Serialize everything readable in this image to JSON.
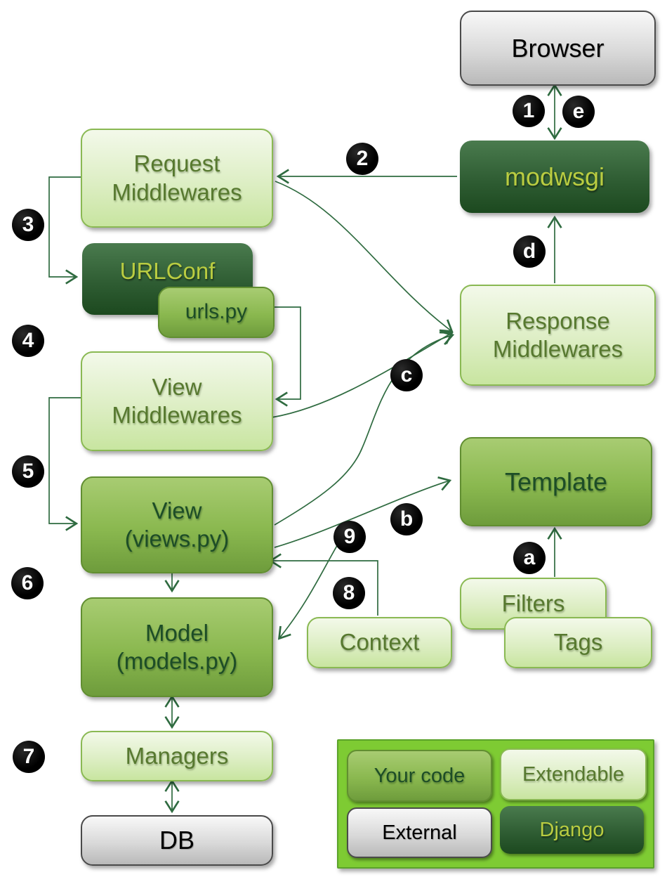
{
  "nodes": {
    "browser": {
      "label": "Browser",
      "category": "External"
    },
    "modwsgi": {
      "label": "modwsgi",
      "category": "Django"
    },
    "request_middlewares": {
      "label": "Request\nMiddlewares",
      "category": "Extendable"
    },
    "urlconf": {
      "label": "URLConf",
      "category": "Django"
    },
    "urls_py": {
      "label": "urls.py",
      "category": "Your code"
    },
    "view_middlewares": {
      "label": "View\nMiddlewares",
      "category": "Extendable"
    },
    "view": {
      "label": "View\n(views.py)",
      "category": "Your code"
    },
    "model": {
      "label": "Model\n(models.py)",
      "category": "Your code"
    },
    "managers": {
      "label": "Managers",
      "category": "Extendable"
    },
    "db": {
      "label": "DB",
      "category": "External"
    },
    "response_middlewares": {
      "label": "Response\nMiddlewares",
      "category": "Extendable"
    },
    "template": {
      "label": "Template",
      "category": "Your code"
    },
    "filters": {
      "label": "Filters",
      "category": "Extendable"
    },
    "tags": {
      "label": "Tags",
      "category": "Extendable"
    },
    "context": {
      "label": "Context",
      "category": "Extendable"
    }
  },
  "badges": {
    "n1": "1",
    "n2": "2",
    "n3": "3",
    "n4": "4",
    "n5": "5",
    "n6": "6",
    "n7": "7",
    "n8": "8",
    "n9": "9",
    "a": "a",
    "b": "b",
    "c": "c",
    "d": "d",
    "e": "e"
  },
  "edges": [
    {
      "name": "browser-modwsgi",
      "badges": [
        "1",
        "e"
      ],
      "bidirectional": true
    },
    {
      "name": "modwsgi-to-request-middlewares",
      "badges": [
        "2"
      ]
    },
    {
      "name": "request-middlewares-to-urlconf",
      "badges": [
        "3"
      ]
    },
    {
      "name": "urls-py-to-view-middlewares",
      "badges": [
        "4"
      ]
    },
    {
      "name": "view-middlewares-to-view",
      "badges": [
        "5"
      ]
    },
    {
      "name": "view-to-model",
      "badges": [
        "6"
      ]
    },
    {
      "name": "model-managers",
      "badges": [
        "7"
      ],
      "bidirectional": true
    },
    {
      "name": "managers-db",
      "badges": [
        "7"
      ],
      "bidirectional": true
    },
    {
      "name": "context-to-view",
      "badges": [
        "8",
        "9"
      ]
    },
    {
      "name": "branch-to-model",
      "badges": [
        "9"
      ]
    },
    {
      "name": "filters-to-template",
      "badges": [
        "a"
      ]
    },
    {
      "name": "view-to-template",
      "badges": [
        "b"
      ]
    },
    {
      "name": "request-middlewares-to-response-middlewares",
      "badges": [
        "c"
      ]
    },
    {
      "name": "view-middlewares-to-response-middlewares",
      "badges": [
        "c"
      ]
    },
    {
      "name": "view-to-response-middlewares",
      "badges": [
        "c"
      ]
    },
    {
      "name": "response-middlewares-to-modwsgi",
      "badges": [
        "d"
      ]
    }
  ],
  "legend": {
    "items": [
      {
        "label": "Your code",
        "type": "your-code"
      },
      {
        "label": "Extendable",
        "type": "extendable"
      },
      {
        "label": "External",
        "type": "external"
      },
      {
        "label": "Django",
        "type": "django"
      }
    ]
  },
  "colors": {
    "arrow": "#2f6b40",
    "badge_bg": "#000000",
    "badge_text": "#ffffff",
    "your_code_box": "#8ab84f",
    "extendable_box": "#ddeec4",
    "django_box": "#2f5d33",
    "django_text": "#b9cc41",
    "external_box": "#d9d9d9",
    "legend_bg": "#7ecb33"
  }
}
